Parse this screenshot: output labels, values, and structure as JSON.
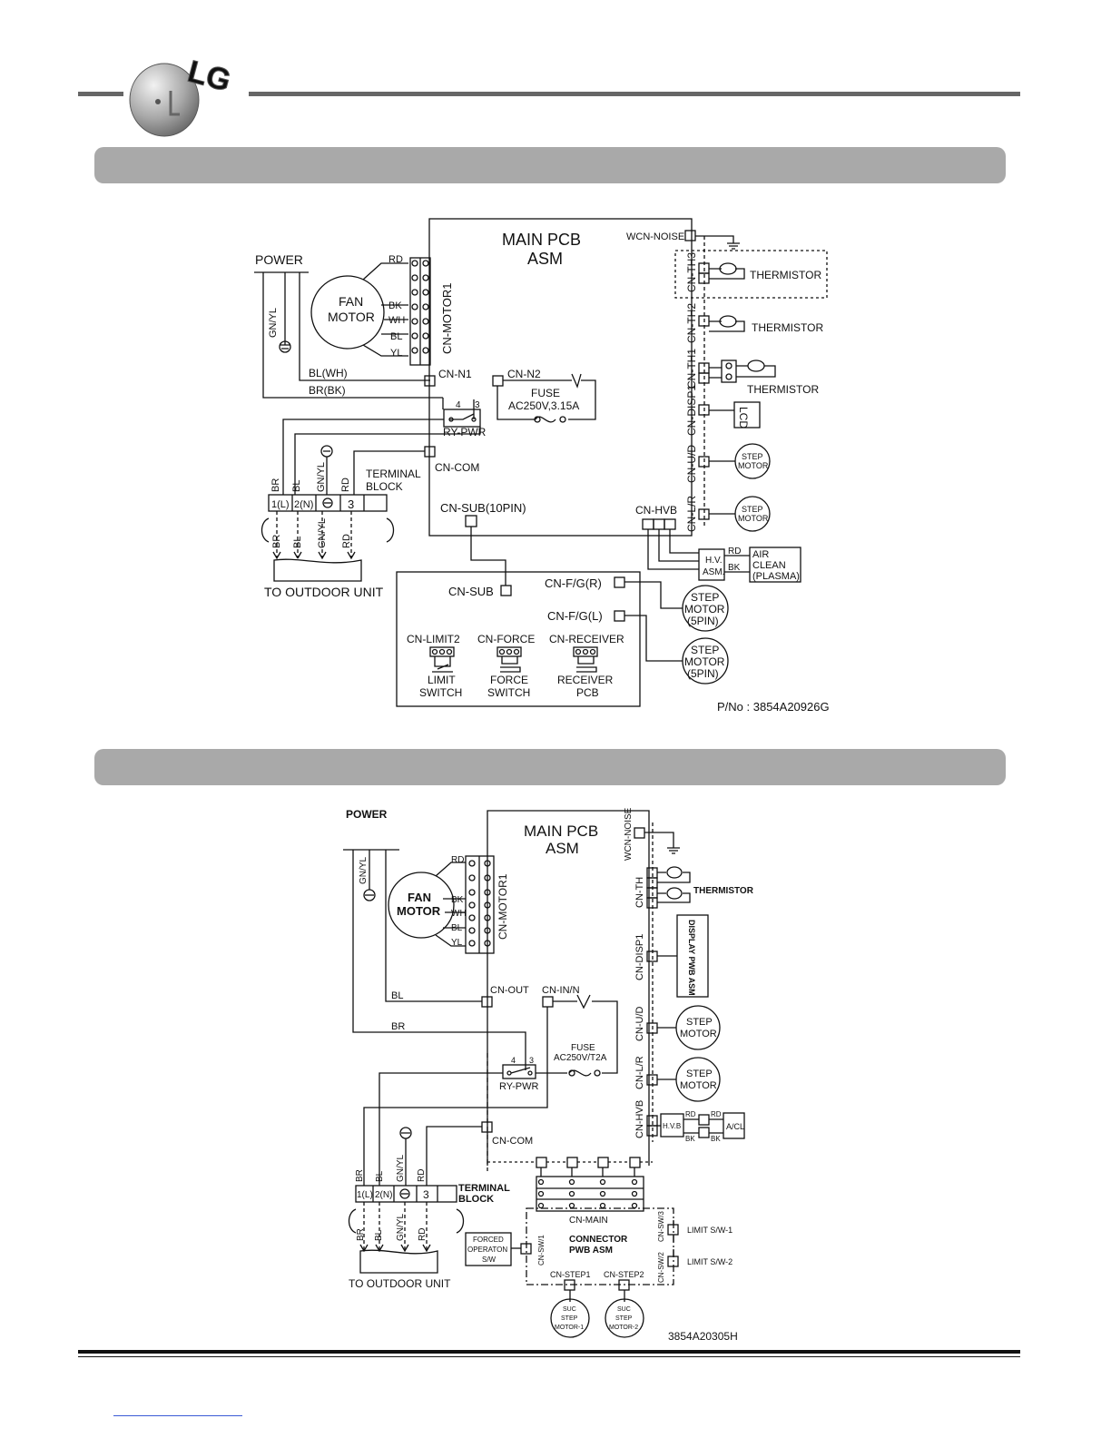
{
  "brand": {
    "logo_text": "LG"
  },
  "diagram1": {
    "main_pcb": [
      "MAIN PCB",
      "ASM"
    ],
    "wcn_noise": "WCN-NOISE",
    "power": "POWER",
    "gnyl": "GN/YL",
    "fan_motor": [
      "FAN",
      "MOTOR"
    ],
    "motor_wires": [
      "RD",
      "BK",
      "WH",
      "BL",
      "YL"
    ],
    "cn_motor1": "CN-MOTOR1",
    "bl_wh": "BL(WH)",
    "br_bk": "BR(BK)",
    "cn_n1": "CN-N1",
    "cn_n2": "CN-N2",
    "fuse": [
      "FUSE",
      "AC250V,3.15A"
    ],
    "ry_pins": [
      "4",
      "3"
    ],
    "ry_pwr": "RY-PWR",
    "cn_com": "CN-COM",
    "terminal_block": [
      "TERMINAL",
      "BLOCK"
    ],
    "tb_top": [
      "BR",
      "BL",
      "GN/YL",
      "RD"
    ],
    "tb_cells": [
      "1(L)",
      "2(N)",
      "3"
    ],
    "tb_bottom": [
      "BR",
      "BL",
      "GN/YL",
      "RD"
    ],
    "to_outdoor": "TO OUTDOOR UNIT",
    "cn_sub_10pin": "CN-SUB(10PIN)",
    "cn_hvb": "CN-HVB",
    "connectors": [
      "CN-TH3",
      "CN-TH2",
      "CN-TH1",
      "CN-DISP1",
      "CN-U/D",
      "CN-L/R"
    ],
    "thermistor": "THERMISTOR",
    "lcd": "LCD",
    "step_motor": [
      "STEP",
      "MOTOR"
    ],
    "hv_asm": [
      "H.V.",
      "ASM."
    ],
    "hv_wires": [
      "RD",
      "BK"
    ],
    "air_clean": [
      "AIR",
      "CLEAN",
      "(PLASMA)"
    ],
    "cn_sub": "CN-SUB",
    "cn_fg_r": "CN-F/G(R)",
    "cn_fg_l": "CN-F/G(L)",
    "step_motor_5pin": [
      "STEP",
      "MOTOR",
      "(5PIN)"
    ],
    "sub_connectors": [
      "CN-LIMIT2",
      "CN-FORCE",
      "CN-RECEIVER"
    ],
    "limit_switch": [
      "LIMIT",
      "SWITCH"
    ],
    "force_switch": [
      "FORCE",
      "SWITCH"
    ],
    "receiver_pcb": [
      "RECEIVER",
      "PCB"
    ],
    "part_no": "P/No : 3854A20926G"
  },
  "diagram2": {
    "power": "POWER",
    "main_pcb": [
      "MAIN PCB",
      "ASM"
    ],
    "wcn_noise": "WCN-NOISE",
    "gnyl": "GN/YL",
    "fan_motor": [
      "FAN",
      "MOTOR"
    ],
    "motor_wires": [
      "RD",
      "BK",
      "WH",
      "BL",
      "YL"
    ],
    "cn_motor1": "CN-MOTOR1",
    "cn_th": "CN-TH",
    "thermistor": "THERMISTOR",
    "cn_disp1": "CN-DISP1",
    "display_pwb": "DISPLAY PWB ASM",
    "cn_out": "CN-OUT",
    "cn_in_n": "CN-IN/N",
    "bl": "BL",
    "br": "BR",
    "cn_ud": "CN-U/D",
    "step_motor": [
      "STEP",
      "MOTOR"
    ],
    "fuse": [
      "FUSE",
      "AC250V/T2A"
    ],
    "ry_pins": [
      "4",
      "3"
    ],
    "ry_pwr": "RY-PWR",
    "cn_lr": "CN-L/R",
    "cn_hvb": "CN-HVB",
    "hvb": "H.V.B",
    "hv_wires": [
      "RD",
      "RD",
      "BK",
      "BK"
    ],
    "acl": "A/CL",
    "cn_com": "CN-COM",
    "tb_top": [
      "BR",
      "BL",
      "GN/YL",
      "RD"
    ],
    "tb_cells": [
      "1(L)",
      "2(N)",
      "3"
    ],
    "terminal_block": [
      "TERMINAL",
      "BLOCK"
    ],
    "tb_bottom": [
      "BR",
      "BL",
      "GN/YL",
      "RD"
    ],
    "to_outdoor": "TO OUTDOOR UNIT",
    "cn_main": "CN-MAIN",
    "connector_pwb": [
      "CONNECTOR",
      "PWB ASM"
    ],
    "forced_op": [
      "FORCED",
      "OPERATON",
      "S/W"
    ],
    "cn_sw1": "CN-SW/1",
    "cn_sw2": "CN-SW/2",
    "cn_sw3": "CN-SW/3",
    "limit_sw1": "LIMIT S/W-1",
    "limit_sw2": "LIMIT S/W-2",
    "cn_step1": "CN-STEP1",
    "cn_step2": "CN-STEP2",
    "suc_motor1": [
      "SUC",
      "STEP",
      "MOTOR-1"
    ],
    "suc_motor2": [
      "SUC",
      "STEP",
      "MOTOR-2"
    ],
    "part_no": "3854A20305H"
  }
}
